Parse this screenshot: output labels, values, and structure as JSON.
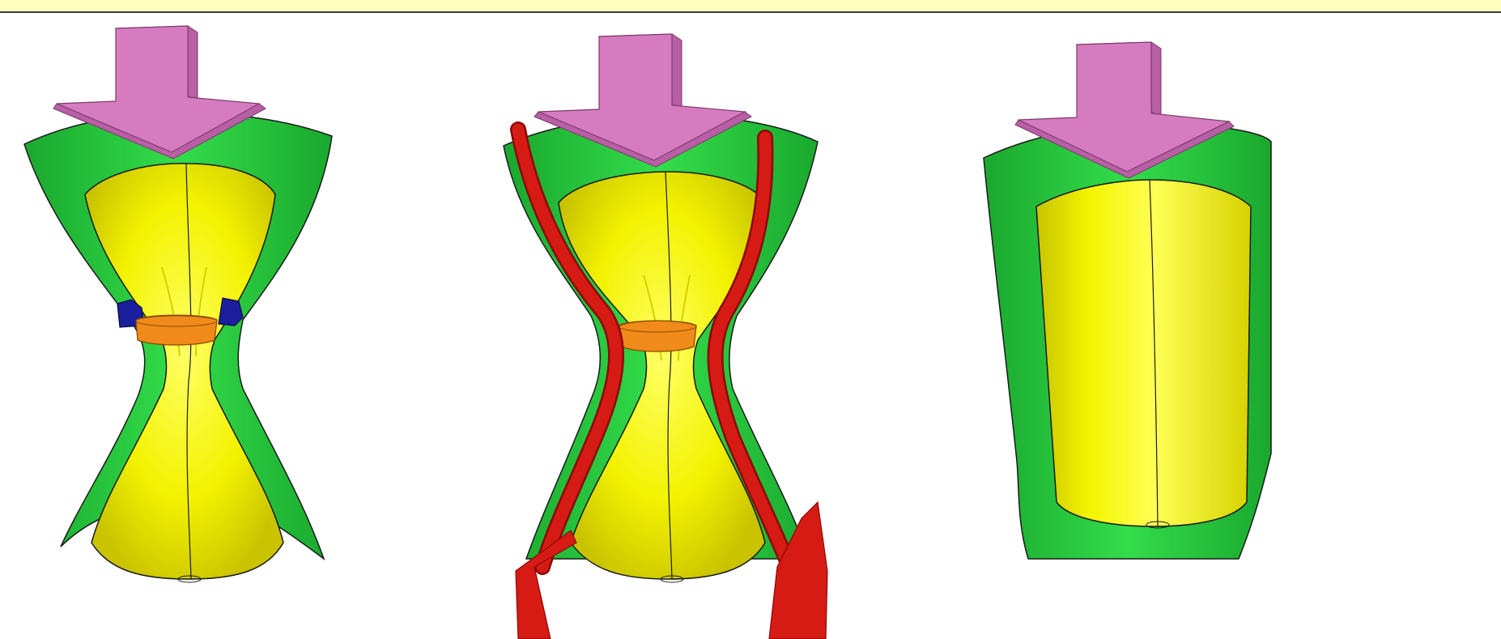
{
  "colors": {
    "banner": "#fffcc0",
    "banner_border": "#3d3d3d",
    "outer_shell": "#22cc3a",
    "inner_core": "#f2f200",
    "load_arrow": "#d77bc0",
    "load_arrow_side": "#b85fa5",
    "band": "#f08a1a",
    "clamp": "#1b1f9e",
    "flow_arrow": "#d61a14",
    "outline": "#1a1a1a"
  },
  "panels": [
    {
      "id": "left",
      "core_shape": "hourglass",
      "has_band": true,
      "has_clamps": true,
      "has_flow_arrows": false
    },
    {
      "id": "middle",
      "core_shape": "hourglass",
      "has_band": true,
      "has_clamps": false,
      "has_flow_arrows": true
    },
    {
      "id": "right",
      "core_shape": "cylinder",
      "has_band": false,
      "has_clamps": false,
      "has_flow_arrows": false
    }
  ]
}
